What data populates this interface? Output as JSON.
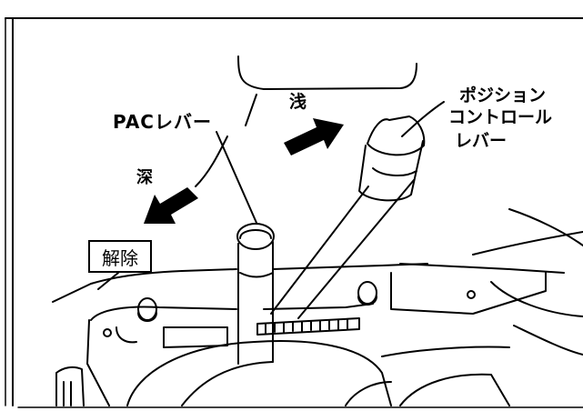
{
  "labels": {
    "pac_lever": "PACレバー",
    "shallow": "浅",
    "deep": "深",
    "release": "解除",
    "position_lever_line1": "ポジション",
    "position_lever_line2": "コントロール",
    "position_lever_line3": "レバー"
  }
}
